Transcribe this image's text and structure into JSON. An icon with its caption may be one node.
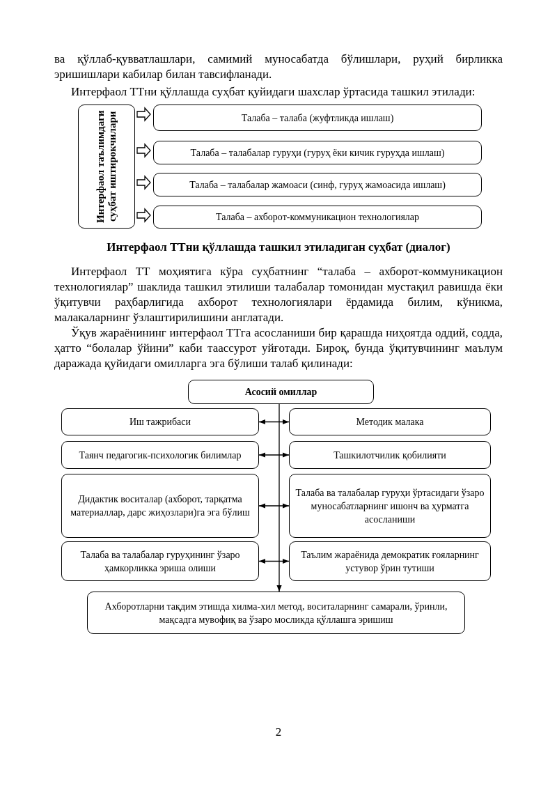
{
  "diagram": {
    "nodes": [
      {
        "text": [
          "Интерфаол таълимдаги суҳбат иштирокчилари"
        ]
      },
      {
        "text": [
          "Талаба – талаба (жуфтликда ишлаш)"
        ]
      },
      {
        "text": [
          "Талаба – талабалар гуруҳи (гуруҳ ёки кичик гуруҳда ишлаш)"
        ]
      },
      {
        "text": [
          "Талаба – талабалар жамоаси (синф, гуруҳ жамоасида ишлаш)"
        ]
      },
      {
        "text": [
          "Талаба – ахборот-коммуникацион технологиялар"
        ]
      },
      {
        "text": [
          "Асосий омиллар"
        ]
      },
      {
        "text": [
          "Иш тажрибаси"
        ]
      },
      {
        "text": [
          "Методик малака"
        ]
      },
      {
        "text": [
          "Таянч педагогик-психологик билимлар"
        ]
      },
      {
        "text": [
          "Ташкилотчилик қобилияти"
        ]
      },
      {
        "text": [
          "Дидактик воситалар (ахборот, тарқатма материаллар, дарс жиҳозлари)га эга бўлиш"
        ]
      },
      {
        "text": [
          "Талаба ва талабалар гуруҳи ўртасидаги ўзаро муносабатларнинг ишонч ва ҳурматга асосланиши"
        ]
      },
      {
        "text": [
          "Талаба ва талабалар гуруҳининг ўзаро ҳамкорликка эриша олиши"
        ]
      },
      {
        "text": [
          "Таълим жараёнида демократик ғояларнинг устувор ўрин тутиши"
        ]
      },
      {
        "text": [
          "Ахборотларни тақдим этишда хилма-хил метод, воситаларнинг самарали, ўринли, мақсадга мувофиқ ва ўзаро мосликда қўллашга эришиш"
        ]
      }
    ],
    "edges": [
      {
        "from": 0,
        "to": 1,
        "arrow": "to"
      },
      {
        "from": 0,
        "to": 2,
        "arrow": "to"
      },
      {
        "from": 0,
        "to": 3,
        "arrow": "to"
      },
      {
        "from": 0,
        "to": 4,
        "arrow": "to"
      },
      {
        "from": 6,
        "to": 7,
        "arrow": "both"
      },
      {
        "from": 8,
        "to": 9,
        "arrow": "both"
      },
      {
        "from": 10,
        "to": 11,
        "arrow": "both"
      },
      {
        "from": 12,
        "to": 13,
        "arrow": "both"
      },
      {
        "from": 5,
        "to": 14,
        "arrow": "to"
      }
    ],
    "labels": [
      "ва қўллаб-қувватлашлари, самимий муносабатда бўлишлари, руҳий бирликка эришишлари кабилар билан тавсифланади.",
      "Интерфаол ТТни қўллашда суҳбат қуйидаги шахслар ўртасида ташкил этилади:",
      "Интерфаол ТТни қўллашда ташкил этиладиган суҳбат (диалог)",
      "Интерфаол ТТ моҳиятига кўра суҳбатнинг “талаба – ахборот-коммуникацион технологиялар” шаклида ташкил этилиши талабалар томонидан мустақил равишда ёки ўқитувчи раҳбарлигида ахборот технологиялари ёрдамида билим, кўникма, малакаларнинг ўзлаштирилишини англатади.",
      "Ўқув жараёнининг интерфаол ТТга асосланиши бир қарашда ниҳоятда оддий, содда, ҳатто “болалар ўйини” каби таассурот уйғотади. Бироқ, бунда ўқитувчининг маълум даражада қуйидаги омилларга эга бўлиши талаб қилинади:",
      "2"
    ]
  }
}
